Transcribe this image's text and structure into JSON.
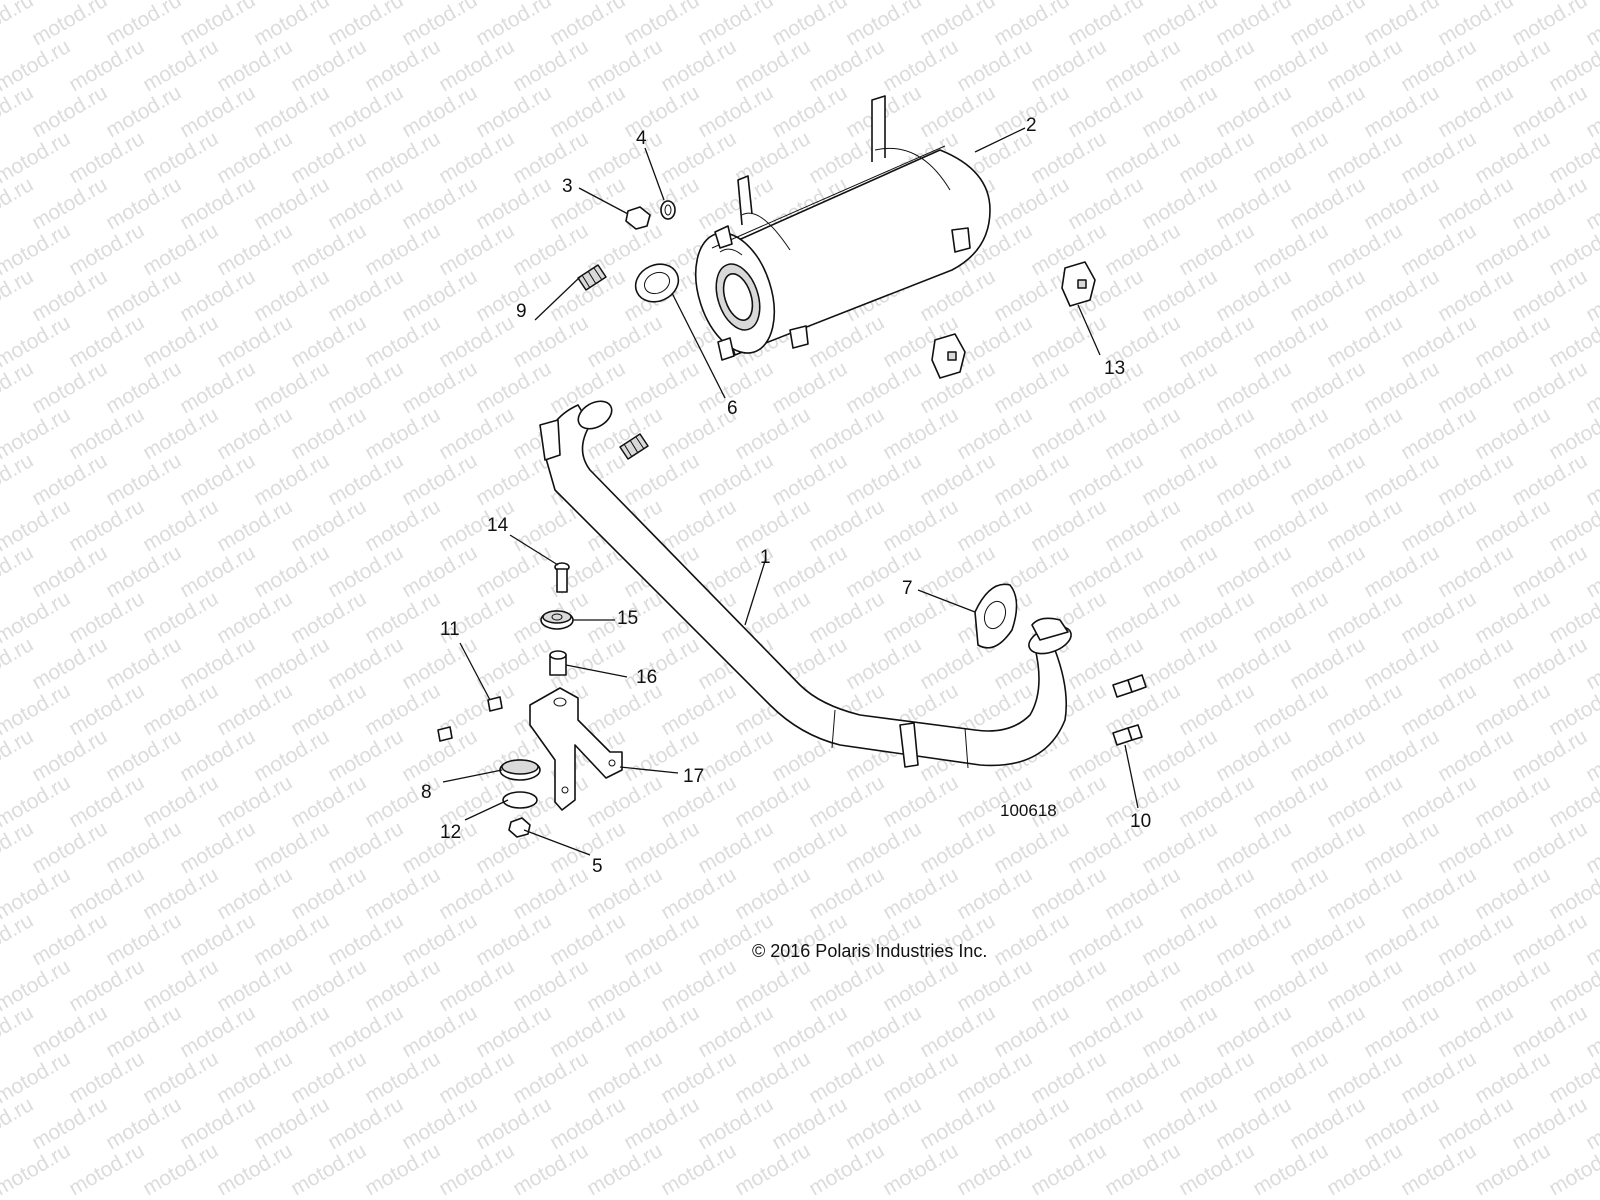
{
  "watermark": "motod.ru",
  "figure_id": "100618",
  "copyright": "© 2016 Polaris Industries Inc.",
  "callouts": [
    "1",
    "2",
    "3",
    "4",
    "5",
    "6",
    "7",
    "8",
    "9",
    "10",
    "11",
    "12",
    "13",
    "14",
    "15",
    "16",
    "17"
  ],
  "colors": {
    "line": "#111111",
    "watermark": "#dcdcdc",
    "part_shade": "#d9d9d9"
  }
}
